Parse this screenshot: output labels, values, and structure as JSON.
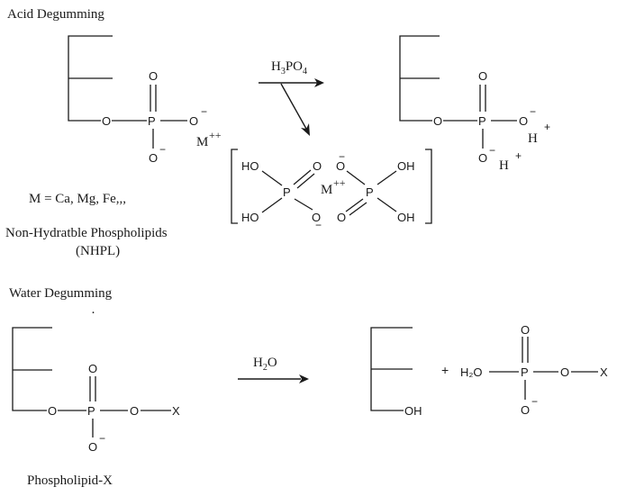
{
  "acid": {
    "title": "Acid Degumming",
    "reagent_h3": "H",
    "reagent_3": "3",
    "reagent_po": "PO",
    "reagent_4": "4",
    "metal_def": "M = Ca, Mg, Fe,,,",
    "nhpl_line1": "Non-Hydratble Phospholipids",
    "nhpl_line2": "(NHPL)",
    "left": {
      "o_top": "O",
      "p": "P",
      "o_bridge": "O",
      "o_right": "O",
      "o_bottom": "O",
      "minus1": "−",
      "minus2": "−",
      "metal": "M",
      "charge": "++"
    },
    "right": {
      "o_top": "O",
      "p": "P",
      "o_bridge": "O",
      "o_right": "O",
      "o_bottom": "O",
      "minus1": "−",
      "minus2": "−",
      "h1": "H",
      "h2": "H",
      "plus1": "+",
      "plus2": "+"
    },
    "complex": {
      "ho1": "HO",
      "ho2": "HO",
      "p1": "P",
      "o1": "O",
      "o1b": "O",
      "minus_a": "−",
      "metal": "M",
      "charge": "++",
      "o2": "O",
      "o2b": "O",
      "p2": "P",
      "oh1": "OH",
      "oh2": "OH",
      "minus_b": "−"
    }
  },
  "water": {
    "title": "Water Degumming",
    "dot": "·",
    "reagent_h": "H",
    "reagent_2": "2",
    "reagent_o": "O",
    "plus": "+",
    "left": {
      "o_top": "O",
      "p": "P",
      "o_bridge": "O",
      "o_right": "O",
      "x": "X",
      "o_bottom": "O",
      "minus": "−"
    },
    "glycerol_oh": "OH",
    "product": {
      "h2o": "H₂O",
      "o_top": "O",
      "p": "P",
      "o_right": "O",
      "x": "X",
      "o_bottom": "O",
      "minus": "−"
    },
    "label": "Phospholipid-X"
  }
}
